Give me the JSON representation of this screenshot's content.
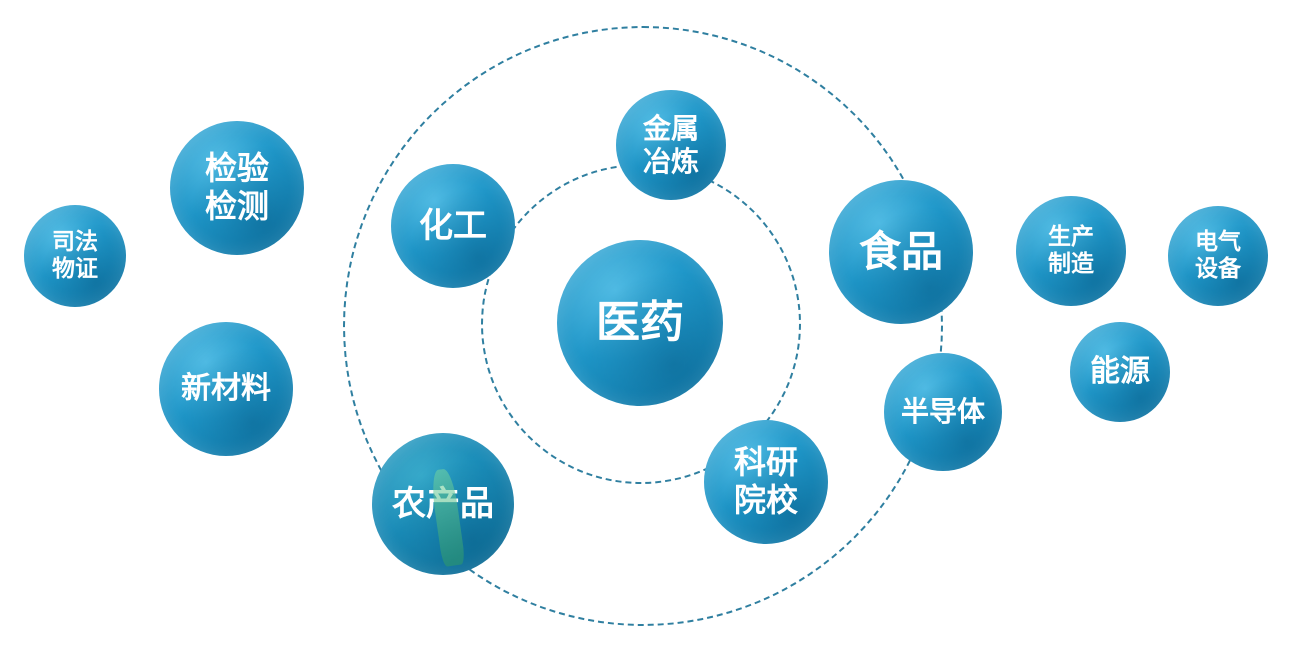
{
  "center": {
    "label": "医药"
  },
  "ring_nodes": [
    {
      "id": "metal",
      "label": "金属\n冶炼"
    },
    {
      "id": "chemical",
      "label": "化工"
    },
    {
      "id": "food",
      "label": "食品"
    },
    {
      "id": "research",
      "label": "科研\n院校"
    },
    {
      "id": "agriculture",
      "label": "农产品"
    },
    {
      "id": "semiconductor",
      "label": "半导体"
    }
  ],
  "outer_nodes": [
    {
      "id": "forensic",
      "label": "司法\n物证"
    },
    {
      "id": "inspection",
      "label": "检验\n检测"
    },
    {
      "id": "new-materials",
      "label": "新材料"
    },
    {
      "id": "manufacturing",
      "label": "生产\n制造"
    },
    {
      "id": "electrical",
      "label": "电气\n设备"
    },
    {
      "id": "energy",
      "label": "能源"
    }
  ],
  "colors": {
    "bubble": "#1f97c9",
    "bubble_dark": "#0f7aaa",
    "ring": "#2f7fa0",
    "text": "#ffffff"
  }
}
